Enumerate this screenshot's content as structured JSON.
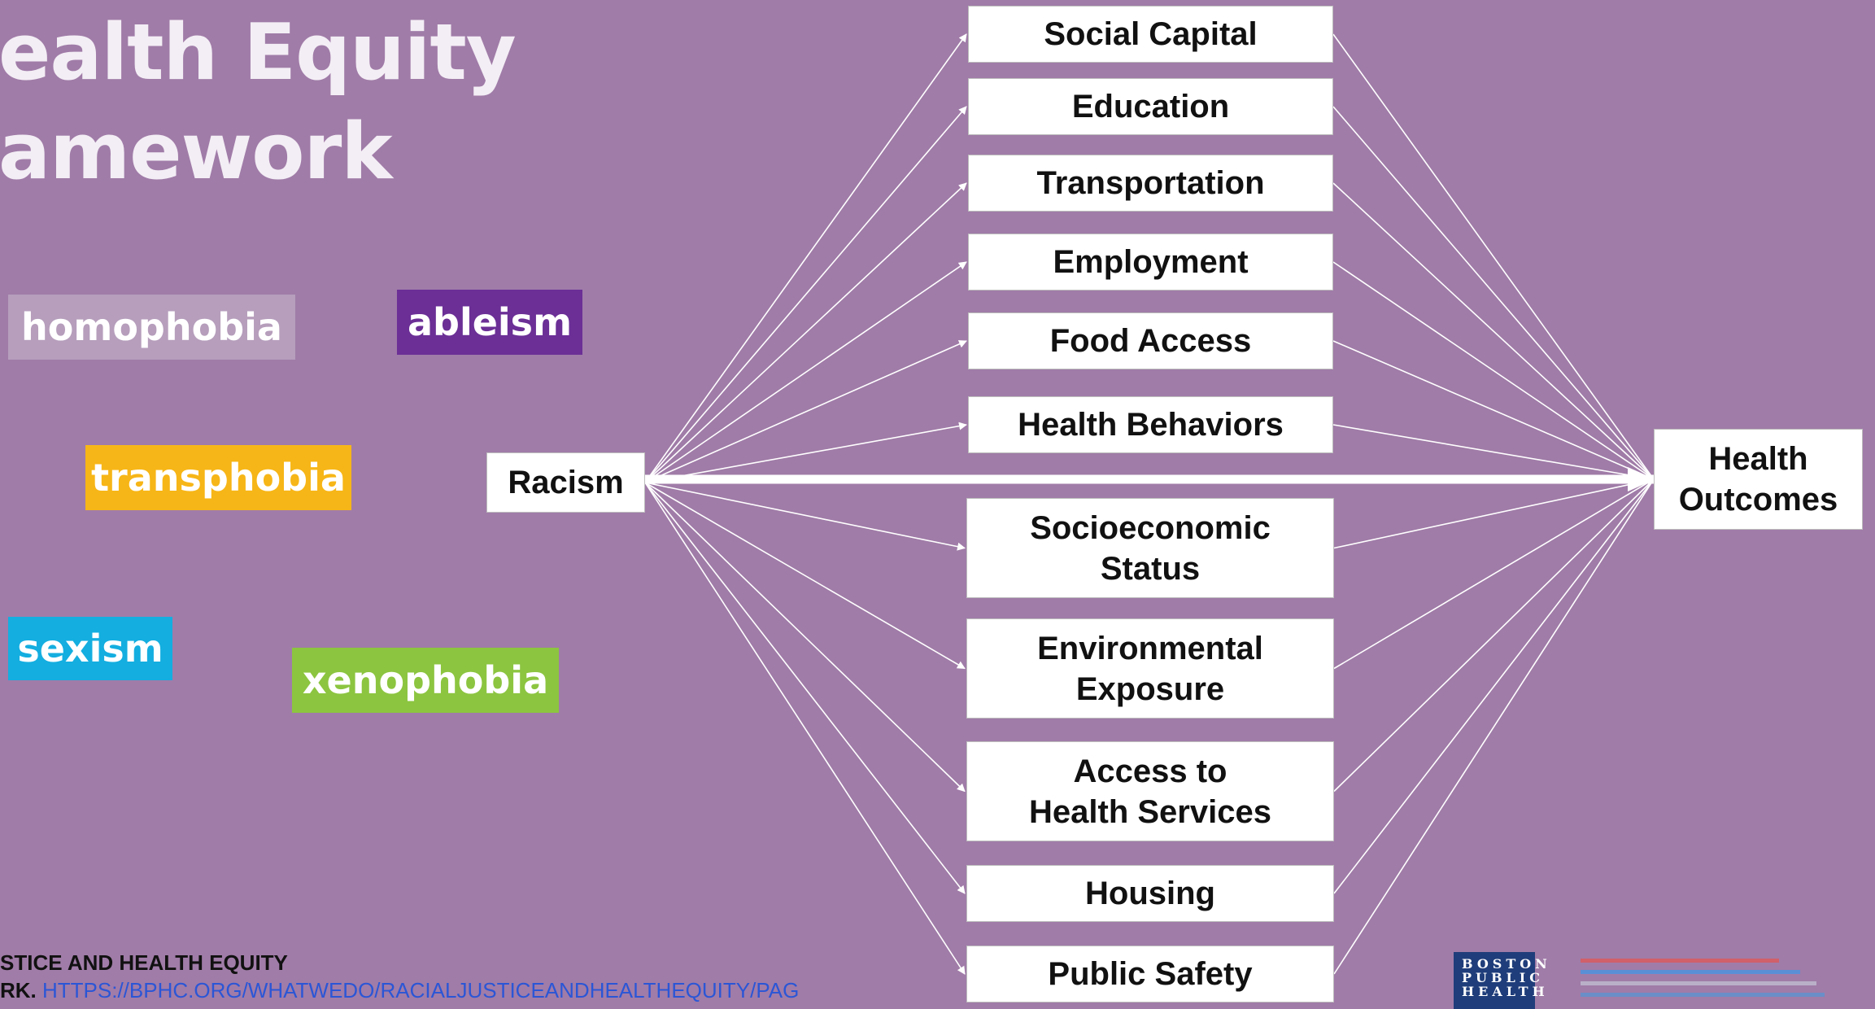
{
  "title": {
    "line1": "ealth Equity",
    "line2": "amework"
  },
  "isms": [
    {
      "label": "homophobia",
      "color": "#b69ebc"
    },
    {
      "label": "ableism",
      "color": "#6b2f96"
    },
    {
      "label": "transphobia",
      "color": "#f7b617"
    },
    {
      "label": "sexism",
      "color": "#14aee0"
    },
    {
      "label": "xenophobia",
      "color": "#8cc540"
    }
  ],
  "source": "Racism",
  "target": "Health\nOutcomes",
  "determinants": [
    "Social Capital",
    "Education",
    "Transportation",
    "Employment",
    "Food Access",
    "Health Behaviors",
    "Socioeconomic\nStatus",
    "Environmental\nExposure",
    "Access to\nHealth Services",
    "Housing",
    "Public Safety"
  ],
  "footer": {
    "line1": "STICE AND HEALTH EQUITY",
    "line2_prefix": "RK.",
    "link": "HTTPS://BPHC.ORG/WHATWEDO/RACIALJUSTICEANDHEALTHEQUITY/PAG"
  },
  "logo": {
    "line1": "BOSTON",
    "line2": "PUBLIC",
    "line3": "HEALTH"
  },
  "colors": {
    "background": "#a07ca8",
    "arrow": "#ffffff"
  }
}
